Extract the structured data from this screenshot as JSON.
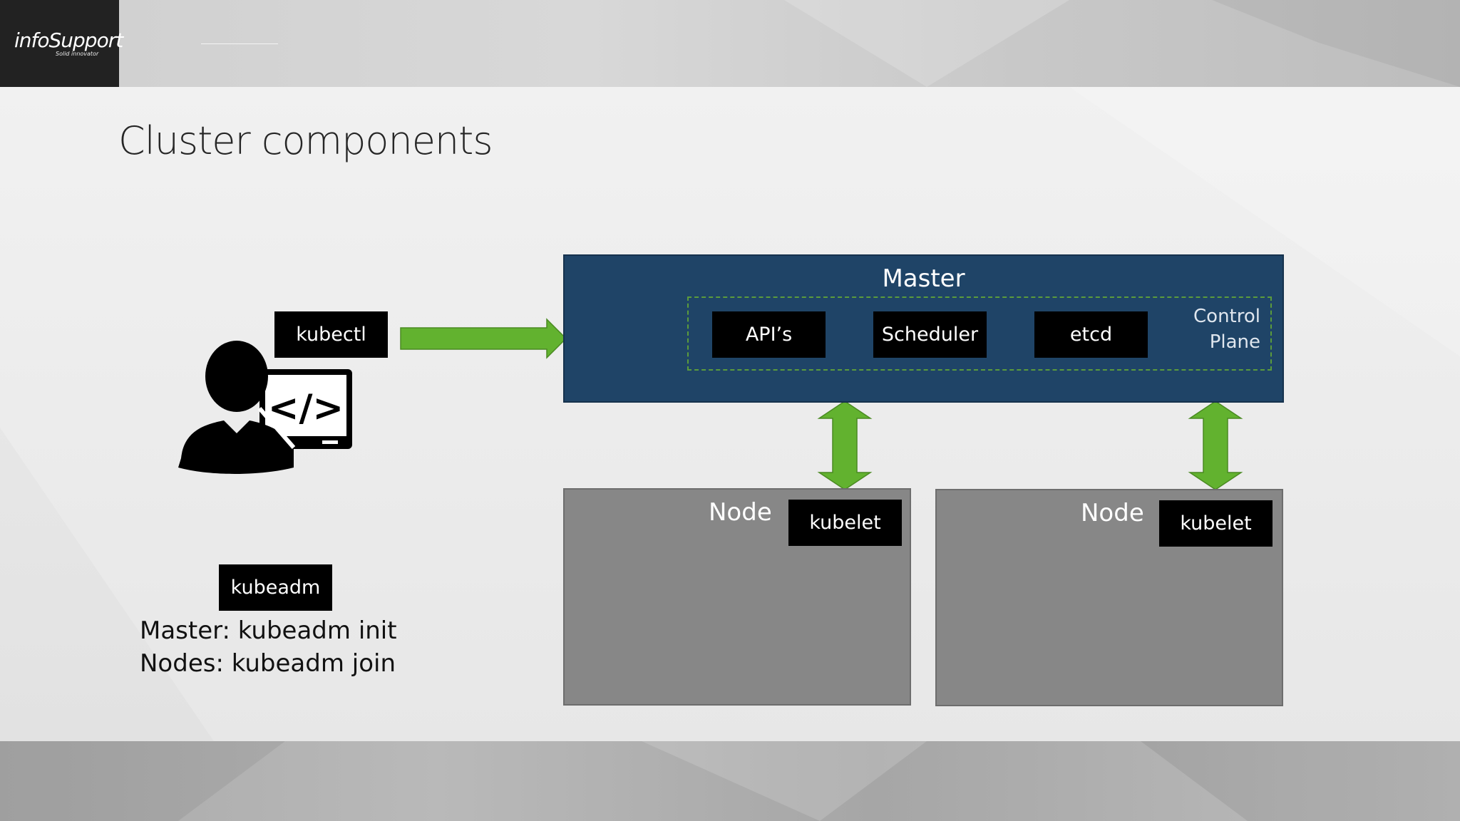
{
  "slide": {
    "title": "Cluster components"
  },
  "logo": {
    "text": "infoSupport",
    "tagline": "Solid innovator"
  },
  "client": {
    "kubectl_label": "kubectl",
    "kubeadm_label": "kubeadm",
    "kubeadm_lines": [
      "Master: kubeadm init",
      "Nodes: kubeadm join"
    ],
    "icon": "developer-with-code-monitor-icon"
  },
  "master": {
    "label": "Master",
    "control_plane_label_lines": [
      "Control",
      "Plane"
    ],
    "components": [
      "API’s",
      "Scheduler",
      "etcd"
    ]
  },
  "nodes": [
    {
      "label": "Node",
      "agent": "kubelet"
    },
    {
      "label": "Node",
      "agent": "kubelet"
    }
  ],
  "colors": {
    "master_fill": "#1f4467",
    "node_fill": "#878787",
    "arrow_green": "#62b22f",
    "control_plane_border": "#5b9b3c",
    "component_fill": "#000000"
  }
}
